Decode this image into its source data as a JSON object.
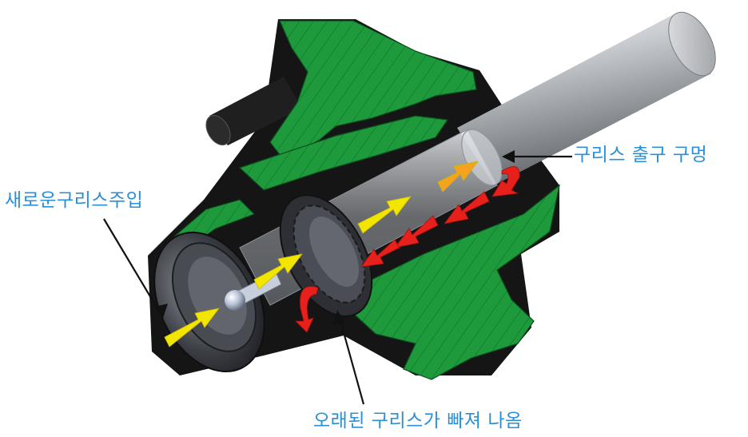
{
  "labels": {
    "injection": "새로운구리스주입",
    "exit_hole": "구리스 출구 구멍",
    "old_grease_purge": "오래된 구리스가 빠져 나옴"
  },
  "colors": {
    "label_text": "#2a8fd6",
    "housing_green": "#1e9a3c",
    "housing_black": "#151515",
    "fresh_grease_arrow": "#f2e600",
    "old_grease_arrow": "#e8201c",
    "exit_arrow": "#f5921e",
    "shaft_silver": "#b8bcc2",
    "leader_line": "#111111"
  }
}
